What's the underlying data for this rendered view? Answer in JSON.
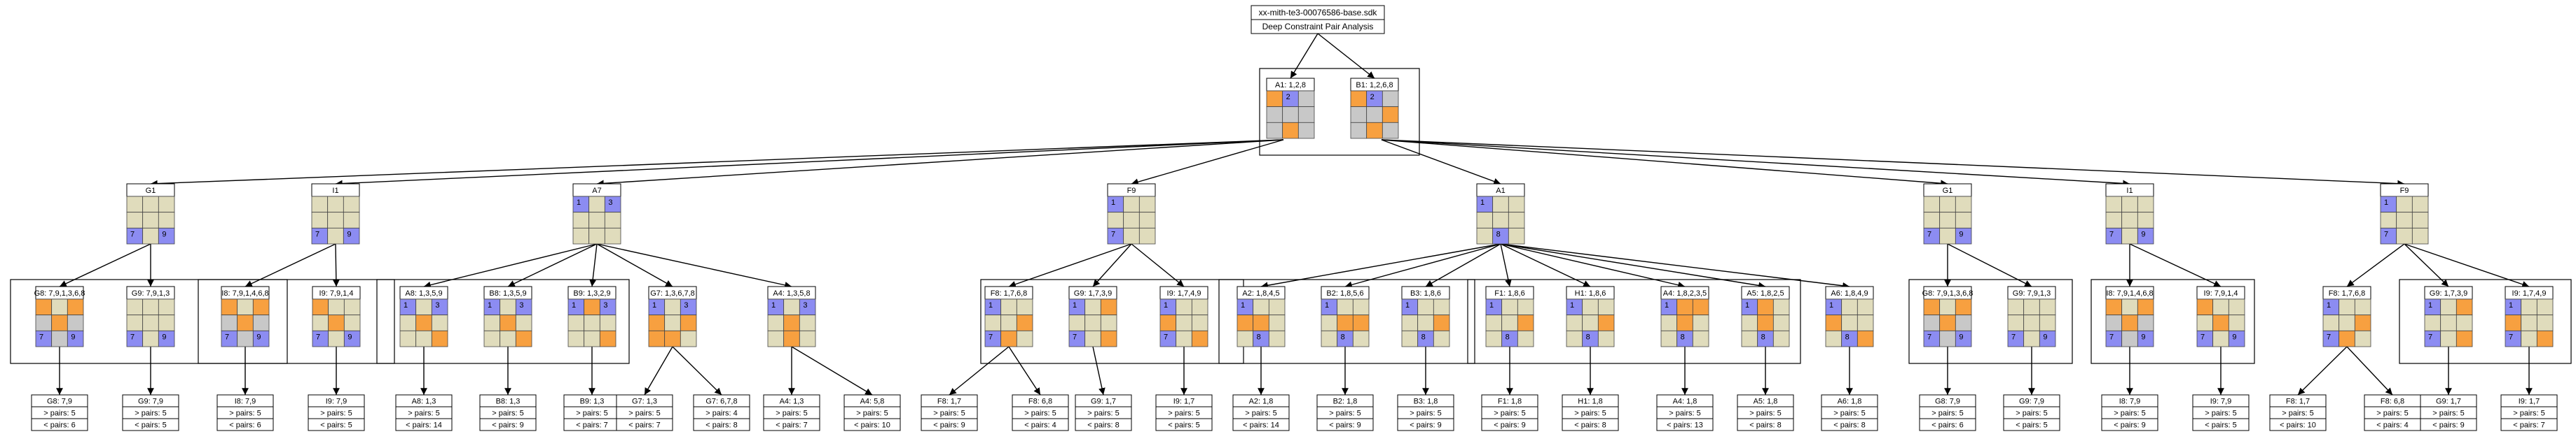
{
  "header": {
    "filename": "xx-mith-te3-00076586-base.sdk",
    "subtitle": "Deep Constraint Pair Analysis"
  },
  "palette": {
    "beige": "#e0dcbc",
    "grey": "#c8c8c8",
    "orange": "#f7a040",
    "blue": "#8c8cf2",
    "line": "#000000",
    "text": "#000000"
  },
  "root_pair": [
    {
      "label": "A1: 1,2,8",
      "grid": [
        [
          "o",
          "b:2",
          "g"
        ],
        [
          "g",
          "g",
          "g"
        ],
        [
          "g",
          "o",
          "g"
        ]
      ]
    },
    {
      "label": "B1: 1,2,6,8",
      "grid": [
        [
          "o",
          "b:2",
          "g"
        ],
        [
          "g",
          "g",
          "o"
        ],
        [
          "g",
          "o",
          "g"
        ]
      ]
    }
  ],
  "branches": [
    {
      "label": "G1",
      "grid": [
        [
          "e",
          "e",
          "e"
        ],
        [
          "e",
          "e",
          "e"
        ],
        [
          "b:7",
          "e",
          "b:9"
        ]
      ],
      "children": [
        {
          "label": "G8: 7,9,1,3,6,8",
          "grid": [
            [
              "o",
              "e",
              "o"
            ],
            [
              "g",
              "o",
              "g"
            ],
            [
              "b:7",
              "g",
              "b:9"
            ]
          ],
          "result": {
            "label": "G8: 7,9",
            "pairs": "> pairs: 5",
            "less": "< pairs: 6"
          }
        },
        {
          "label": "G9: 7,9,1,3",
          "grid": [
            [
              "e",
              "e",
              "e"
            ],
            [
              "e",
              "e",
              "e"
            ],
            [
              "b:7",
              "e",
              "b:9"
            ]
          ],
          "result": {
            "label": "G9: 7,9",
            "pairs": "> pairs: 5",
            "less": "< pairs: 5"
          }
        }
      ]
    },
    {
      "label": "I1",
      "grid": [
        [
          "e",
          "e",
          "e"
        ],
        [
          "e",
          "e",
          "e"
        ],
        [
          "b:7",
          "e",
          "b:9"
        ]
      ],
      "children": [
        {
          "label": "I8: 7,9,1,4,6,8",
          "grid": [
            [
              "o",
              "e",
              "o"
            ],
            [
              "g",
              "o",
              "g"
            ],
            [
              "b:7",
              "g",
              "b:9"
            ]
          ],
          "result": {
            "label": "I8: 7,9",
            "pairs": "> pairs: 5",
            "less": "< pairs: 6"
          }
        },
        {
          "label": "I9: 7,9,1,4",
          "grid": [
            [
              "o",
              "e",
              "e"
            ],
            [
              "e",
              "o",
              "e"
            ],
            [
              "b:7",
              "e",
              "b:9"
            ]
          ],
          "result": {
            "label": "I9: 7,9",
            "pairs": "> pairs: 5",
            "less": "< pairs: 5"
          }
        }
      ]
    },
    {
      "label": "A7",
      "grid": [
        [
          "b:1",
          "e",
          "b:3"
        ],
        [
          "e",
          "e",
          "e"
        ],
        [
          "e",
          "e",
          "e"
        ]
      ],
      "children": [
        {
          "label": "A8: 1,3,5,9",
          "grid": [
            [
              "b:1",
              "e",
              "b:3"
            ],
            [
              "e",
              "o",
              "e"
            ],
            [
              "e",
              "e",
              "o"
            ]
          ],
          "result": {
            "label": "A8: 1,3",
            "pairs": "> pairs: 5",
            "less": "< pairs: 14"
          }
        },
        {
          "label": "B8: 1,3,5,9",
          "grid": [
            [
              "b:1",
              "e",
              "b:3"
            ],
            [
              "e",
              "o",
              "e"
            ],
            [
              "e",
              "e",
              "o"
            ]
          ],
          "result": {
            "label": "B8: 1,3",
            "pairs": "> pairs: 5",
            "less": "< pairs: 9"
          }
        },
        {
          "label": "B9: 1,3,2,9",
          "grid": [
            [
              "b:1",
              "o",
              "b:3"
            ],
            [
              "e",
              "e",
              "e"
            ],
            [
              "e",
              "e",
              "o"
            ]
          ],
          "result": {
            "label": "B9: 1,3",
            "pairs": "> pairs: 5",
            "less": "< pairs: 7"
          }
        },
        {
          "label": "G7: 1,3,6,7,8",
          "grid": [
            [
              "b:1",
              "e",
              "b:3"
            ],
            [
              "o",
              "e",
              "o"
            ],
            [
              "o",
              "o",
              "e"
            ]
          ],
          "result": {
            "label": "G7: 1,3",
            "pairs": "> pairs: 5",
            "less": "< pairs: 7"
          }
        },
        {
          "label": "A4: 1,3,5,8",
          "grid": [
            [
              "b:1",
              "e",
              "b:3"
            ],
            [
              "e",
              "o",
              "e"
            ],
            [
              "e",
              "o",
              "e"
            ]
          ],
          "result": {
            "label": "A4: 1,3",
            "pairs": "> pairs: 5",
            "less": "< pairs: 7"
          }
        }
      ],
      "extra_results": [
        {
          "label": "G7: 6,7,8",
          "pairs": "> pairs: 4",
          "less": "< pairs: 8"
        },
        {
          "label": "A4: 5,8",
          "pairs": "> pairs: 5",
          "less": "< pairs: 10"
        }
      ]
    },
    {
      "label": "F9",
      "grid": [
        [
          "b:1",
          "e",
          "e"
        ],
        [
          "e",
          "e",
          "e"
        ],
        [
          "b:7",
          "e",
          "e"
        ]
      ],
      "children": [
        {
          "label": "F8: 1,7,6,8",
          "grid": [
            [
              "b:1",
              "e",
              "e"
            ],
            [
              "e",
              "e",
              "o"
            ],
            [
              "b:7",
              "o",
              "e"
            ]
          ],
          "result": {
            "label": "F8: 1,7",
            "pairs": "> pairs: 5",
            "less": "< pairs: 9"
          }
        },
        {
          "label": "G9: 1,7,3,9",
          "grid": [
            [
              "b:1",
              "e",
              "o"
            ],
            [
              "e",
              "e",
              "e"
            ],
            [
              "b:7",
              "e",
              "o"
            ]
          ],
          "result": {
            "label": "G9: 1,7",
            "pairs": "> pairs: 5",
            "less": "< pairs: 8"
          }
        },
        {
          "label": "I9: 1,7,4,9",
          "grid": [
            [
              "b:1",
              "e",
              "e"
            ],
            [
              "o",
              "e",
              "e"
            ],
            [
              "b:7",
              "e",
              "o"
            ]
          ],
          "result": {
            "label": "I9: 1,7",
            "pairs": "> pairs: 5",
            "less": "< pairs: 5"
          }
        }
      ],
      "extra_results": [
        {
          "label": "F8: 6,8",
          "pairs": "> pairs: 5",
          "less": "< pairs: 4"
        }
      ]
    },
    {
      "label": "A1",
      "grid": [
        [
          "b:1",
          "e",
          "e"
        ],
        [
          "e",
          "e",
          "e"
        ],
        [
          "e",
          "b:8",
          "e"
        ]
      ],
      "children": [
        {
          "label": "A2: 1,8,4,5",
          "grid": [
            [
              "b:1",
              "e",
              "e"
            ],
            [
              "o",
              "o",
              "e"
            ],
            [
              "e",
              "b:8",
              "e"
            ]
          ],
          "result": {
            "label": "A2: 1,8",
            "pairs": "> pairs: 5",
            "less": "< pairs: 14"
          }
        },
        {
          "label": "B2: 1,8,5,6",
          "grid": [
            [
              "b:1",
              "e",
              "e"
            ],
            [
              "e",
              "o",
              "o"
            ],
            [
              "e",
              "b:8",
              "e"
            ]
          ],
          "result": {
            "label": "B2: 1,8",
            "pairs": "> pairs: 5",
            "less": "< pairs: 9"
          }
        },
        {
          "label": "B3: 1,8,6",
          "grid": [
            [
              "b:1",
              "e",
              "e"
            ],
            [
              "e",
              "e",
              "o"
            ],
            [
              "e",
              "b:8",
              "e"
            ]
          ],
          "result": {
            "label": "B3: 1,8",
            "pairs": "> pairs: 5",
            "less": "< pairs: 9"
          }
        },
        {
          "label": "F1: 1,8,6",
          "grid": [
            [
              "b:1",
              "e",
              "e"
            ],
            [
              "e",
              "e",
              "o"
            ],
            [
              "e",
              "b:8",
              "e"
            ]
          ],
          "result": {
            "label": "F1: 1,8",
            "pairs": "> pairs: 5",
            "less": "< pairs: 9"
          }
        },
        {
          "label": "H1: 1,8,6",
          "grid": [
            [
              "b:1",
              "e",
              "e"
            ],
            [
              "e",
              "e",
              "o"
            ],
            [
              "e",
              "b:8",
              "e"
            ]
          ],
          "result": {
            "label": "H1: 1,8",
            "pairs": "> pairs: 5",
            "less": "< pairs: 8"
          }
        },
        {
          "label": "A4: 1,8,2,3,5",
          "grid": [
            [
              "b:1",
              "o",
              "o"
            ],
            [
              "e",
              "o",
              "e"
            ],
            [
              "e",
              "b:8",
              "e"
            ]
          ],
          "result": {
            "label": "A4: 1,8",
            "pairs": "> pairs: 5",
            "less": "< pairs: 13"
          }
        },
        {
          "label": "A5: 1,8,2,5",
          "grid": [
            [
              "b:1",
              "o",
              "e"
            ],
            [
              "e",
              "o",
              "e"
            ],
            [
              "e",
              "b:8",
              "e"
            ]
          ],
          "result": {
            "label": "A5: 1,8",
            "pairs": "> pairs: 5",
            "less": "< pairs: 8"
          }
        },
        {
          "label": "A6: 1,8,4,9",
          "grid": [
            [
              "b:1",
              "e",
              "e"
            ],
            [
              "o",
              "e",
              "e"
            ],
            [
              "e",
              "b:8",
              "o"
            ]
          ],
          "result": {
            "label": "A6: 1,8",
            "pairs": "> pairs: 5",
            "less": "< pairs: 8"
          }
        }
      ]
    },
    {
      "label": "G1",
      "grid": [
        [
          "e",
          "e",
          "e"
        ],
        [
          "e",
          "e",
          "e"
        ],
        [
          "b:7",
          "e",
          "b:9"
        ]
      ],
      "children": [
        {
          "label": "G8: 7,9,1,3,6,8",
          "grid": [
            [
              "o",
              "e",
              "o"
            ],
            [
              "g",
              "o",
              "g"
            ],
            [
              "b:7",
              "g",
              "b:9"
            ]
          ],
          "result": {
            "label": "G8: 7,9",
            "pairs": "> pairs: 5",
            "less": "< pairs: 6"
          }
        },
        {
          "label": "G9: 7,9,1,3",
          "grid": [
            [
              "e",
              "e",
              "e"
            ],
            [
              "e",
              "e",
              "e"
            ],
            [
              "b:7",
              "e",
              "b:9"
            ]
          ],
          "result": {
            "label": "G9: 7,9",
            "pairs": "> pairs: 5",
            "less": "< pairs: 5"
          }
        }
      ]
    },
    {
      "label": "I1",
      "grid": [
        [
          "e",
          "e",
          "e"
        ],
        [
          "e",
          "e",
          "e"
        ],
        [
          "b:7",
          "e",
          "b:9"
        ]
      ],
      "children": [
        {
          "label": "I8: 7,9,1,4,6,8",
          "grid": [
            [
              "o",
              "e",
              "o"
            ],
            [
              "g",
              "o",
              "g"
            ],
            [
              "b:7",
              "g",
              "b:9"
            ]
          ],
          "result": {
            "label": "I8: 7,9",
            "pairs": "> pairs: 5",
            "less": "< pairs: 9"
          }
        },
        {
          "label": "I9: 7,9,1,4",
          "grid": [
            [
              "o",
              "e",
              "e"
            ],
            [
              "e",
              "o",
              "e"
            ],
            [
              "b:7",
              "e",
              "b:9"
            ]
          ],
          "result": {
            "label": "I9: 7,9",
            "pairs": "> pairs: 5",
            "less": "< pairs: 5"
          }
        }
      ]
    },
    {
      "label": "F9",
      "grid": [
        [
          "b:1",
          "e",
          "e"
        ],
        [
          "e",
          "e",
          "e"
        ],
        [
          "b:7",
          "e",
          "e"
        ]
      ],
      "children": [
        {
          "label": "F8: 1,7,6,8",
          "grid": [
            [
              "b:1",
              "e",
              "e"
            ],
            [
              "e",
              "e",
              "o"
            ],
            [
              "b:7",
              "o",
              "e"
            ]
          ],
          "result": {
            "label": "F8: 1,7",
            "pairs": "> pairs: 5",
            "less": "< pairs: 10"
          }
        },
        {
          "label": "G9: 1,7,3,9",
          "grid": [
            [
              "b:1",
              "e",
              "o"
            ],
            [
              "e",
              "e",
              "e"
            ],
            [
              "b:7",
              "e",
              "o"
            ]
          ],
          "result": {
            "label": "G9: 1,7",
            "pairs": "> pairs: 5",
            "less": "< pairs: 9"
          }
        },
        {
          "label": "I9: 1,7,4,9",
          "grid": [
            [
              "b:1",
              "e",
              "e"
            ],
            [
              "o",
              "e",
              "e"
            ],
            [
              "b:7",
              "e",
              "o"
            ]
          ],
          "result": {
            "label": "I9: 1,7",
            "pairs": "> pairs: 5",
            "less": "< pairs: 7"
          }
        }
      ],
      "extra_results": [
        {
          "label": "F8: 6,8",
          "pairs": "> pairs: 5",
          "less": "< pairs: 4"
        }
      ]
    }
  ]
}
